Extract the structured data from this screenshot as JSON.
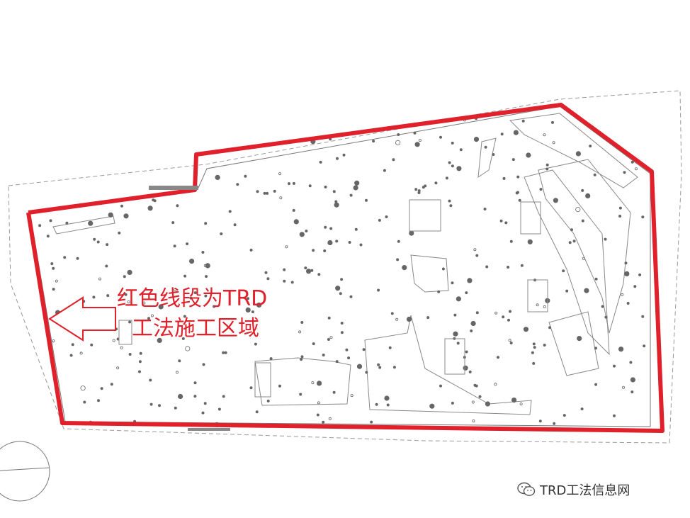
{
  "annotation": {
    "line1": "红色线段为TRD",
    "line2": "工法施工区域"
  },
  "watermark": {
    "text": "TRD工法信息网",
    "icon": "wechat-icon"
  },
  "colors": {
    "boundary": "#e0202a",
    "drawing": "#6a6a6a",
    "arrow": "#e0202a"
  }
}
